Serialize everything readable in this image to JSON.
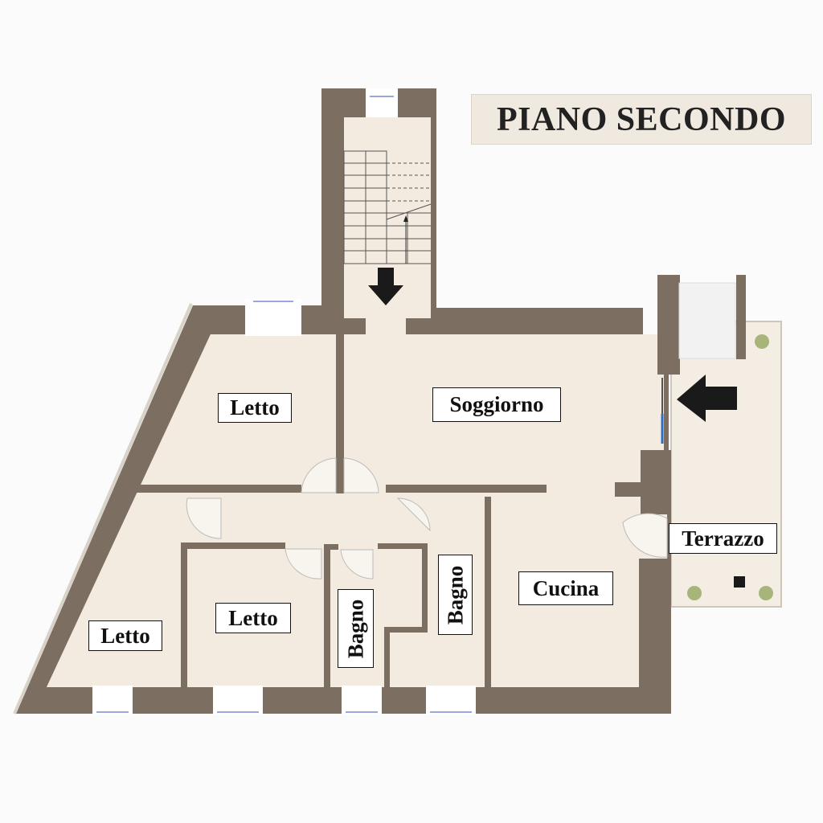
{
  "title": "PIANO SECONDO",
  "rooms": {
    "letto_top": "Letto",
    "soggiorno": "Soggiorno",
    "letto_left": "Letto",
    "letto_middle": "Letto",
    "bagno_1": "Bagno",
    "bagno_2": "Bagno",
    "cucina": "Cucina",
    "terrazzo": "Terrazzo"
  },
  "colors": {
    "wall": "#7d6e62",
    "floor": "#f3ebe0",
    "window_glass": "#9aa6e0",
    "arrow": "#1a1a1a"
  }
}
